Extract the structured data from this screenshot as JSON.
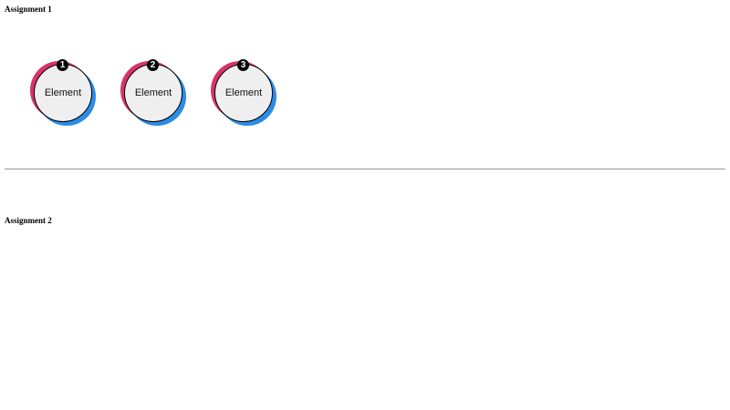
{
  "assignment1": {
    "title": "Assignment 1",
    "elements": [
      {
        "badge": "1",
        "label": "Element"
      },
      {
        "badge": "2",
        "label": "Element"
      },
      {
        "badge": "3",
        "label": "Element"
      }
    ]
  },
  "assignment2": {
    "title": "Assignment 2"
  },
  "colors": {
    "pink_accent": "#d6336c",
    "blue_accent": "#2b8ce6",
    "element_fill": "#efefef",
    "badge": "#000000"
  }
}
